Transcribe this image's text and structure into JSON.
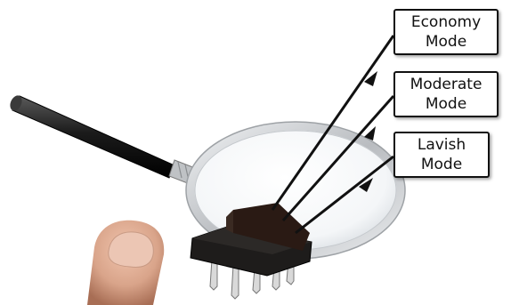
{
  "labels": {
    "economy": {
      "line1": "Economy",
      "line2": "Mode"
    },
    "moderate": {
      "line1": "Moderate",
      "line2": "Mode"
    },
    "lavish": {
      "line1": "Lavish",
      "line2": "Mode"
    }
  },
  "colors": {
    "outline": "#111111",
    "lens_rim": "#c9cccf",
    "handle": "#1b1b1b",
    "chip": "#1e1c1b",
    "chip_pins": "#d9d9d9",
    "finger": "#d9a48a"
  },
  "icons": [
    "magnifying-glass-icon",
    "microchip-icon",
    "finger-icon",
    "arrow-icon"
  ]
}
